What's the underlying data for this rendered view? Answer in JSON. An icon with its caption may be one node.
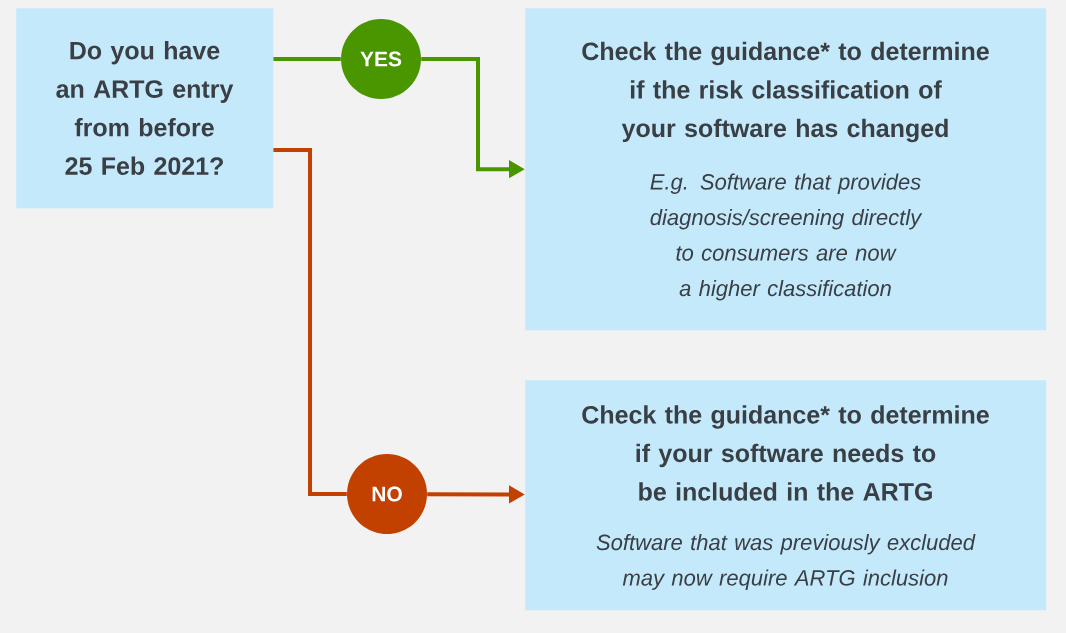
{
  "diagram": {
    "nodes": [
      {
        "text": [
          "Do you have an ARTG entry from before 25 Feb 2021?"
        ]
      },
      {
        "text": [
          "YES"
        ]
      },
      {
        "text": [
          "Check the guidance* to determine if the risk classification of your software has changed",
          "E.g. Software that provides diagnosis/screening directly to consumers are now a higher classification"
        ]
      },
      {
        "text": [
          "NO"
        ]
      },
      {
        "text": [
          "Check the guidance* to determine if your software needs to be included in the ARTG",
          "Software that was previously excluded may now require ARTG inclusion"
        ]
      }
    ],
    "edges": [
      {
        "from": 0,
        "to": 1,
        "arrow": "none",
        "color": "#4a9600"
      },
      {
        "from": 1,
        "to": 2,
        "arrow": "to",
        "color": "#4a9600"
      },
      {
        "from": 0,
        "to": 3,
        "arrow": "none",
        "color": "#c24000"
      },
      {
        "from": 3,
        "to": 4,
        "arrow": "to",
        "color": "#c24000"
      }
    ]
  }
}
